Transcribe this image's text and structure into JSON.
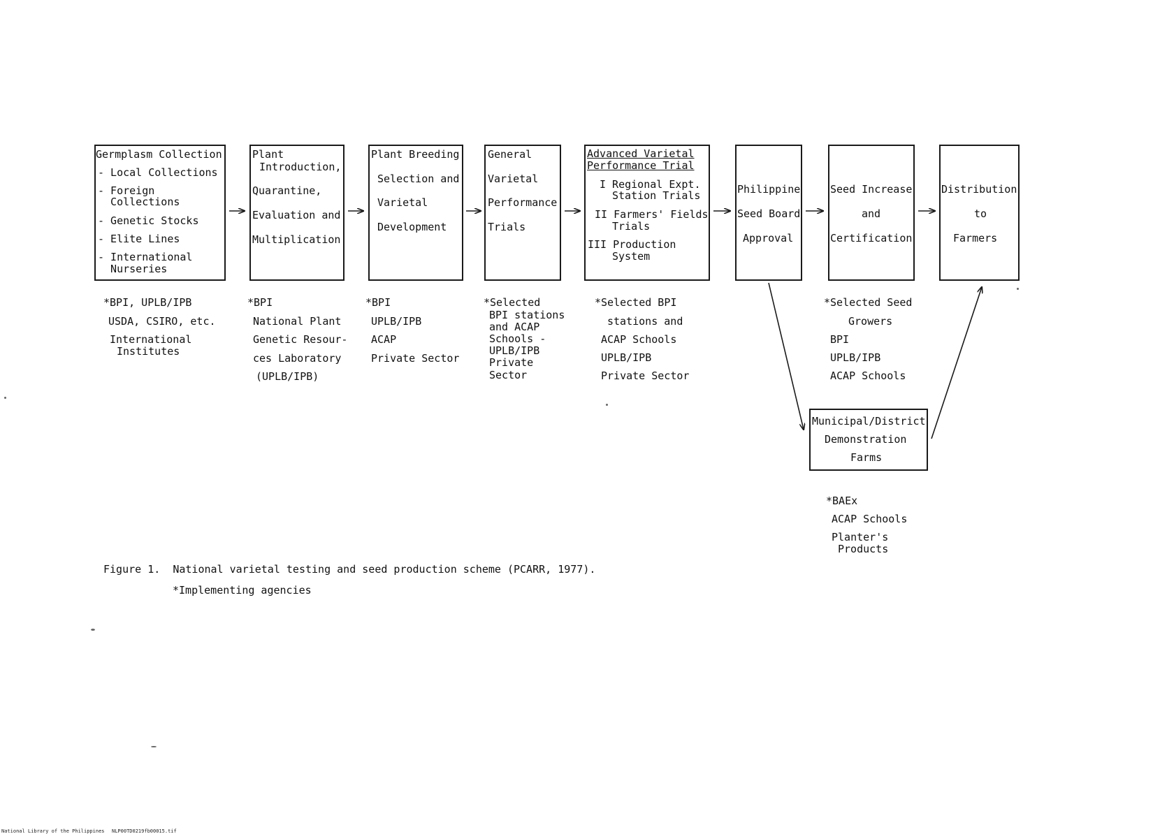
{
  "stages": [
    {
      "key": "germplasm",
      "lines": [
        "Germplasm Collection",
        "- Local Collections",
        "- Foreign",
        "  Collections",
        "- Genetic Stocks",
        "- Elite Lines",
        "- International",
        "  Nurseries"
      ]
    },
    {
      "key": "plant_intro",
      "lines": [
        "Plant",
        "Introduction,",
        "Quarantine,",
        "Evaluation and",
        "Multiplication"
      ]
    },
    {
      "key": "breeding",
      "lines": [
        "Plant Breeding",
        "Selection and",
        "Varietal",
        "Development"
      ]
    },
    {
      "key": "general_trials",
      "lines": [
        "General",
        "Varietal",
        "Performance",
        "Trials"
      ]
    },
    {
      "key": "advanced_trials",
      "lines": [
        "Advanced Varietal",
        "Performance Trial",
        "I Regional Expt.",
        "Station Trials",
        "II Farmers' Fields",
        "Trials",
        "III Production",
        "System"
      ]
    },
    {
      "key": "seed_board",
      "lines": [
        "Philippine",
        "Seed Board",
        "Approval"
      ]
    },
    {
      "key": "seed_increase",
      "lines": [
        "Seed Increase",
        "and",
        "Certification"
      ]
    },
    {
      "key": "distribution",
      "lines": [
        "Distribution",
        "to",
        "Farmers"
      ]
    },
    {
      "key": "demo_farms",
      "lines": [
        "Municipal/District",
        "Demonstration",
        "Farms"
      ]
    }
  ],
  "agencies": [
    {
      "key": "germplasm",
      "lines": [
        "*BPI, UPLB/IPB",
        "USDA, CSIRO, etc.",
        "International",
        "Institutes"
      ]
    },
    {
      "key": "plant_intro",
      "lines": [
        "*BPI",
        "National Plant",
        "Genetic Resour-",
        "ces Laboratory",
        "(UPLB/IPB)"
      ]
    },
    {
      "key": "breeding",
      "lines": [
        "*BPI",
        "UPLB/IPB",
        "ACAP",
        "Private Sector"
      ]
    },
    {
      "key": "general_trials",
      "lines": [
        "*Selected",
        "BPI stations",
        "and ACAP",
        "Schools -",
        "UPLB/IPB",
        "Private",
        "Sector"
      ]
    },
    {
      "key": "advanced_trials",
      "lines": [
        "*Selected BPI",
        "stations and",
        "ACAP Schools",
        "UPLB/IPB",
        "Private Sector"
      ]
    },
    {
      "key": "seed_increase",
      "lines": [
        "*Selected Seed",
        "Growers",
        "BPI",
        "UPLB/IPB",
        "ACAP Schools"
      ]
    },
    {
      "key": "demo_farms",
      "lines": [
        "*BAEx",
        "ACAP Schools",
        "Planter's",
        "Products"
      ]
    }
  ],
  "caption": {
    "figure": "Figure 1.  National varietal testing and seed production scheme (PCARR, 1977).",
    "note": "*Implementing agencies"
  },
  "footer": {
    "left": "National Library of the Philippines",
    "right": "NLP00TD0219fb00015.tif"
  }
}
